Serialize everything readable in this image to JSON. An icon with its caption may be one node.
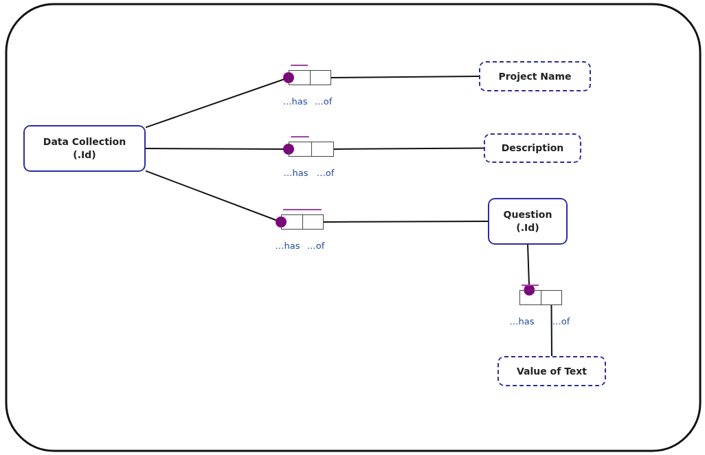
{
  "diagram": {
    "nodes": [
      {
        "text": [
          "Data Collection (.Id)"
        ]
      },
      {
        "text": [
          "Project Name"
        ]
      },
      {
        "text": [
          "Description"
        ]
      },
      {
        "text": [
          "Question (.Id)"
        ]
      },
      {
        "text": [
          "Value of Text"
        ]
      },
      {
        "text": [],
        "shape": "box",
        "beside": [
          "…has",
          "…of"
        ]
      },
      {
        "text": [],
        "shape": "box",
        "beside": [
          "…has",
          "…of"
        ]
      },
      {
        "text": [],
        "shape": "box",
        "beside": [
          "…has",
          "…of"
        ]
      },
      {
        "text": [],
        "shape": "box",
        "beside": [
          "…has",
          "…of"
        ]
      }
    ],
    "edges": [
      {
        "from": 0,
        "to": 5,
        "arrow": "other"
      },
      {
        "from": 5,
        "to": 1,
        "arrow": "none"
      },
      {
        "from": 0,
        "to": 6,
        "arrow": "other"
      },
      {
        "from": 6,
        "to": 2,
        "arrow": "none"
      },
      {
        "from": 0,
        "to": 7,
        "arrow": "other"
      },
      {
        "from": 7,
        "to": 3,
        "arrow": "none"
      },
      {
        "from": 3,
        "to": 8,
        "arrow": "other"
      },
      {
        "from": 8,
        "to": 4,
        "arrow": "none"
      }
    ]
  }
}
